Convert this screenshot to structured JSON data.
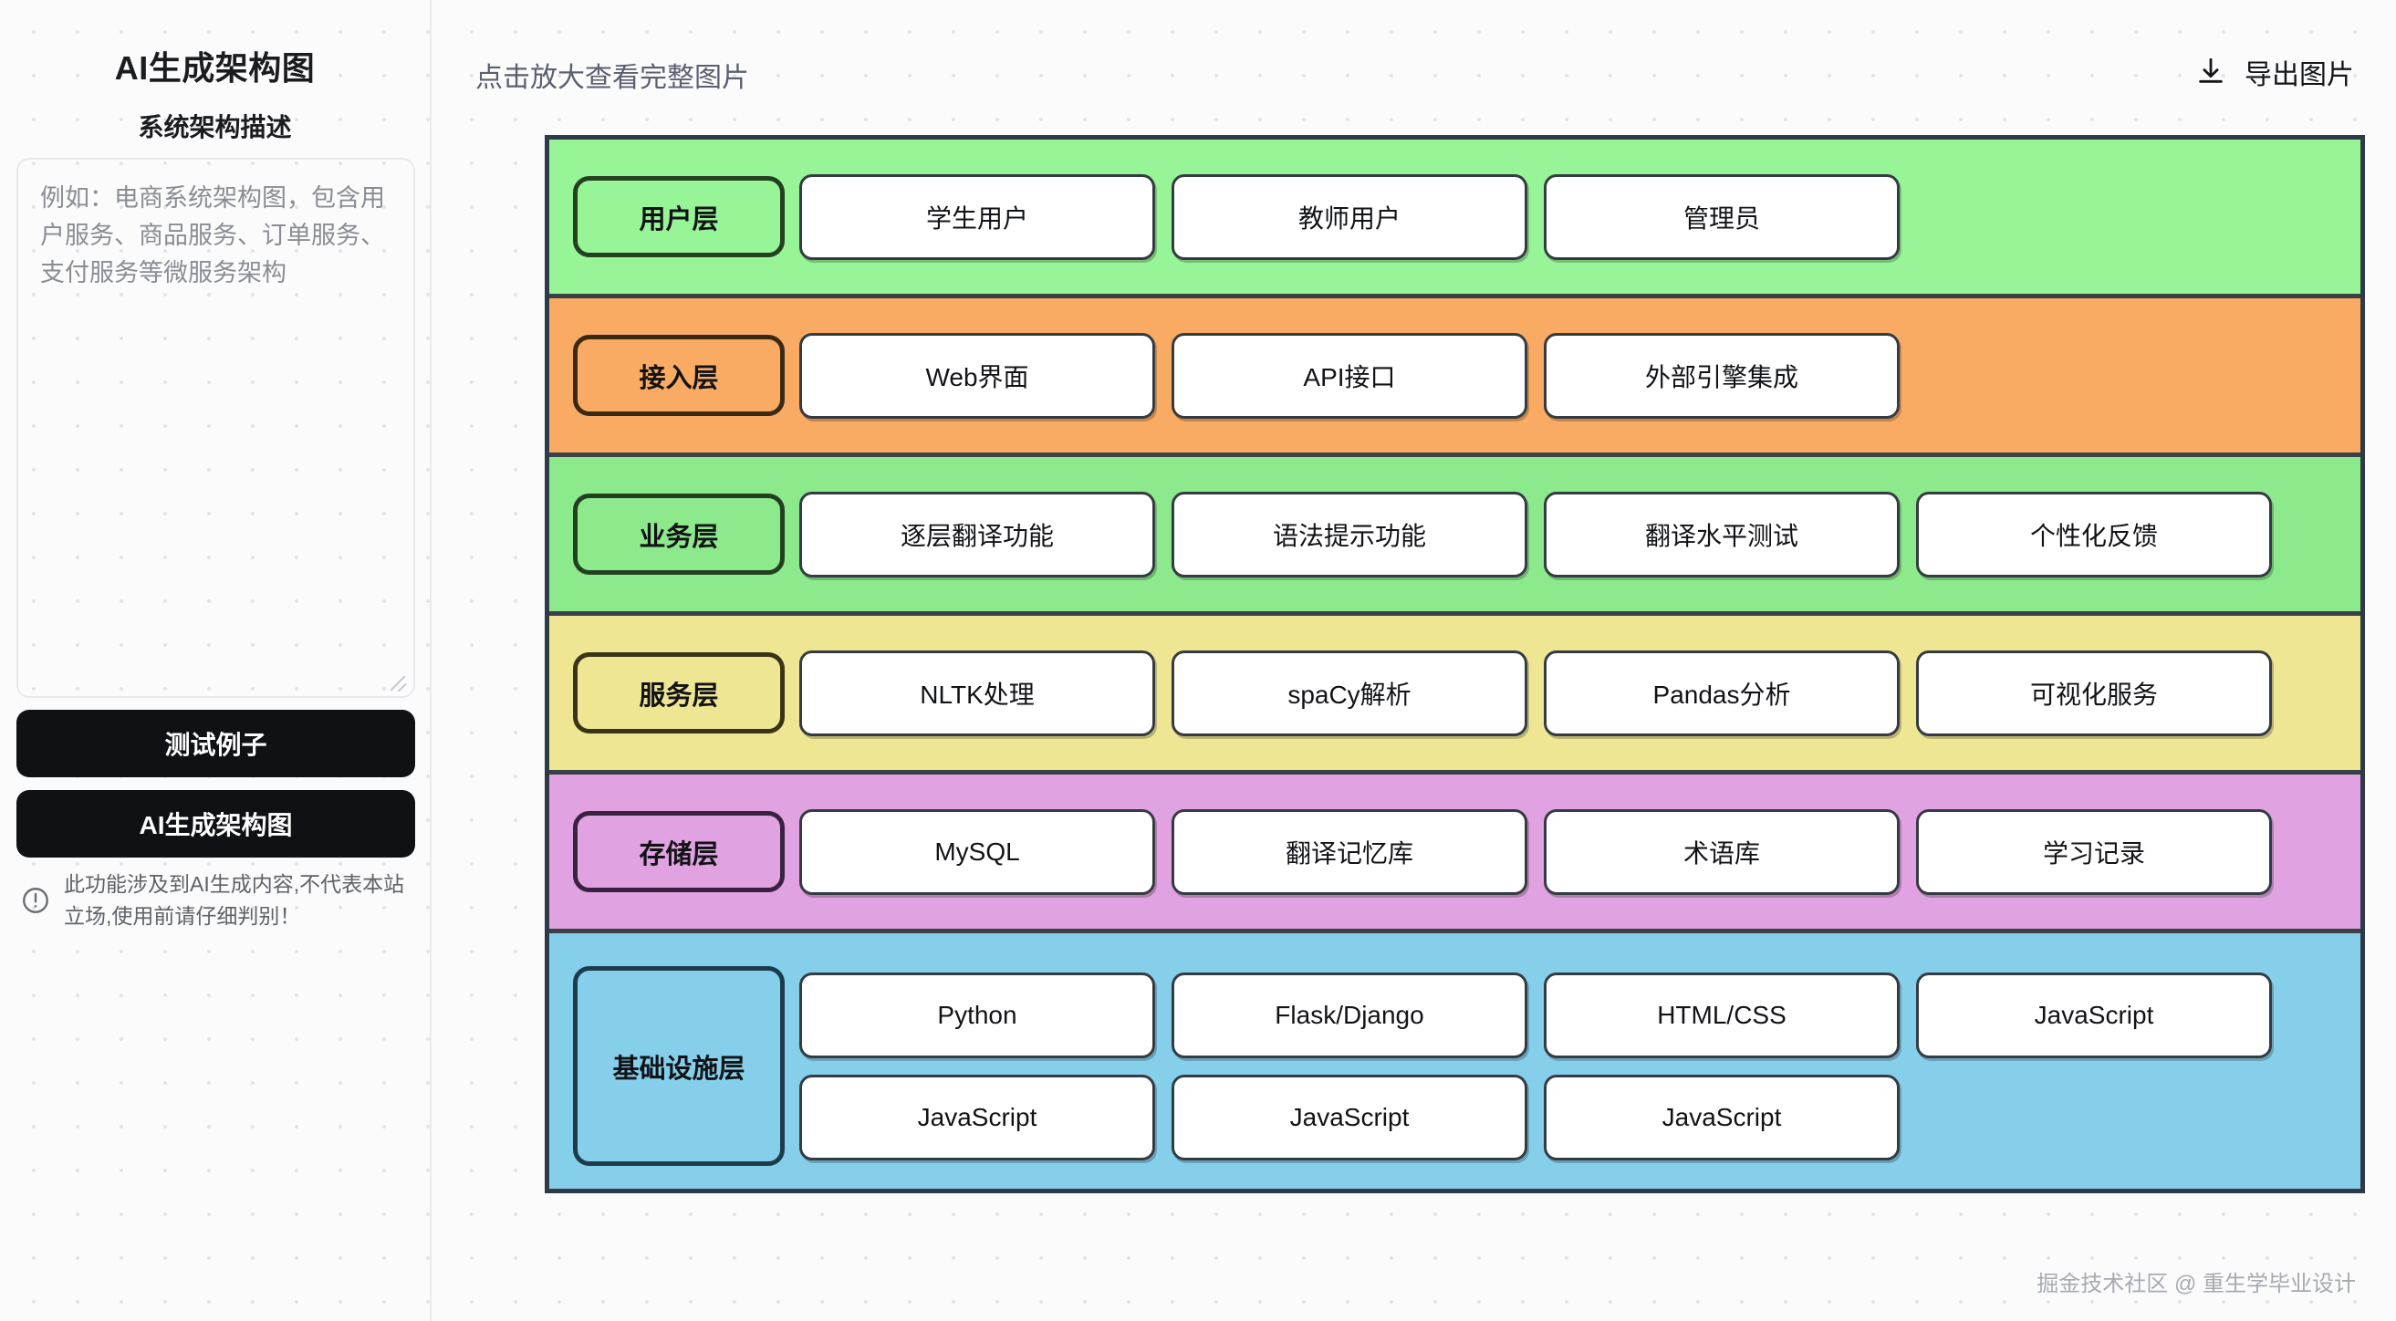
{
  "sidebar": {
    "title": "AI生成架构图",
    "subtitle": "系统架构描述",
    "prompt": {
      "value": "",
      "placeholder": "例如：电商系统架构图，包含用户服务、商品服务、订单服务、支付服务等微服务架构"
    },
    "test_button": "测试例子",
    "generate_button": "AI生成架构图",
    "notice": {
      "icon": "exclamation-circle-icon",
      "text": "此功能涉及到AI生成内容,不代表本站立场,使用前请仔细判别！"
    }
  },
  "header": {
    "hint": "点击放大查看完整图片",
    "export_label": "导出图片",
    "export_icon": "download-icon"
  },
  "footer": {
    "watermark": "掘金技术社区 @ 重生学毕业设计"
  },
  "colors": {
    "user_layer": "#97f597",
    "access_layer": "#f9ab63",
    "business_layer": "#8ce98c",
    "service_layer": "#eee693",
    "storage_layer": "#e0a2e0",
    "infra_layer": "#86cfea",
    "diagram_border": "#2e3a45",
    "button_dark": "#101114"
  },
  "diagram": {
    "layers": [
      {
        "name": "用户层",
        "bg": "#97f597",
        "tag_border": "#24401f",
        "nodes": [
          "学生用户",
          "教师用户",
          "管理员"
        ]
      },
      {
        "name": "接入层",
        "bg": "#f9ab63",
        "tag_border": "#3a2a14",
        "nodes": [
          "Web界面",
          "API接口",
          "外部引擎集成"
        ]
      },
      {
        "name": "业务层",
        "bg": "#8ce98c",
        "tag_border": "#22401f",
        "nodes": [
          "逐层翻译功能",
          "语法提示功能",
          "翻译水平测试",
          "个性化反馈"
        ]
      },
      {
        "name": "服务层",
        "bg": "#eee693",
        "tag_border": "#3a3416",
        "nodes": [
          "NLTK处理",
          "spaCy解析",
          "Pandas分析",
          "可视化服务"
        ]
      },
      {
        "name": "存储层",
        "bg": "#e0a2e0",
        "tag_border": "#3a2142",
        "nodes": [
          "MySQL",
          "翻译记忆库",
          "术语库",
          "学习记录"
        ]
      },
      {
        "name": "基础设施层",
        "bg": "#86cfea",
        "tag_border": "#1c3c4e",
        "nodes": [
          "Python",
          "Flask/Django",
          "HTML/CSS",
          "JavaScript",
          "JavaScript",
          "JavaScript",
          "JavaScript"
        ]
      }
    ]
  }
}
